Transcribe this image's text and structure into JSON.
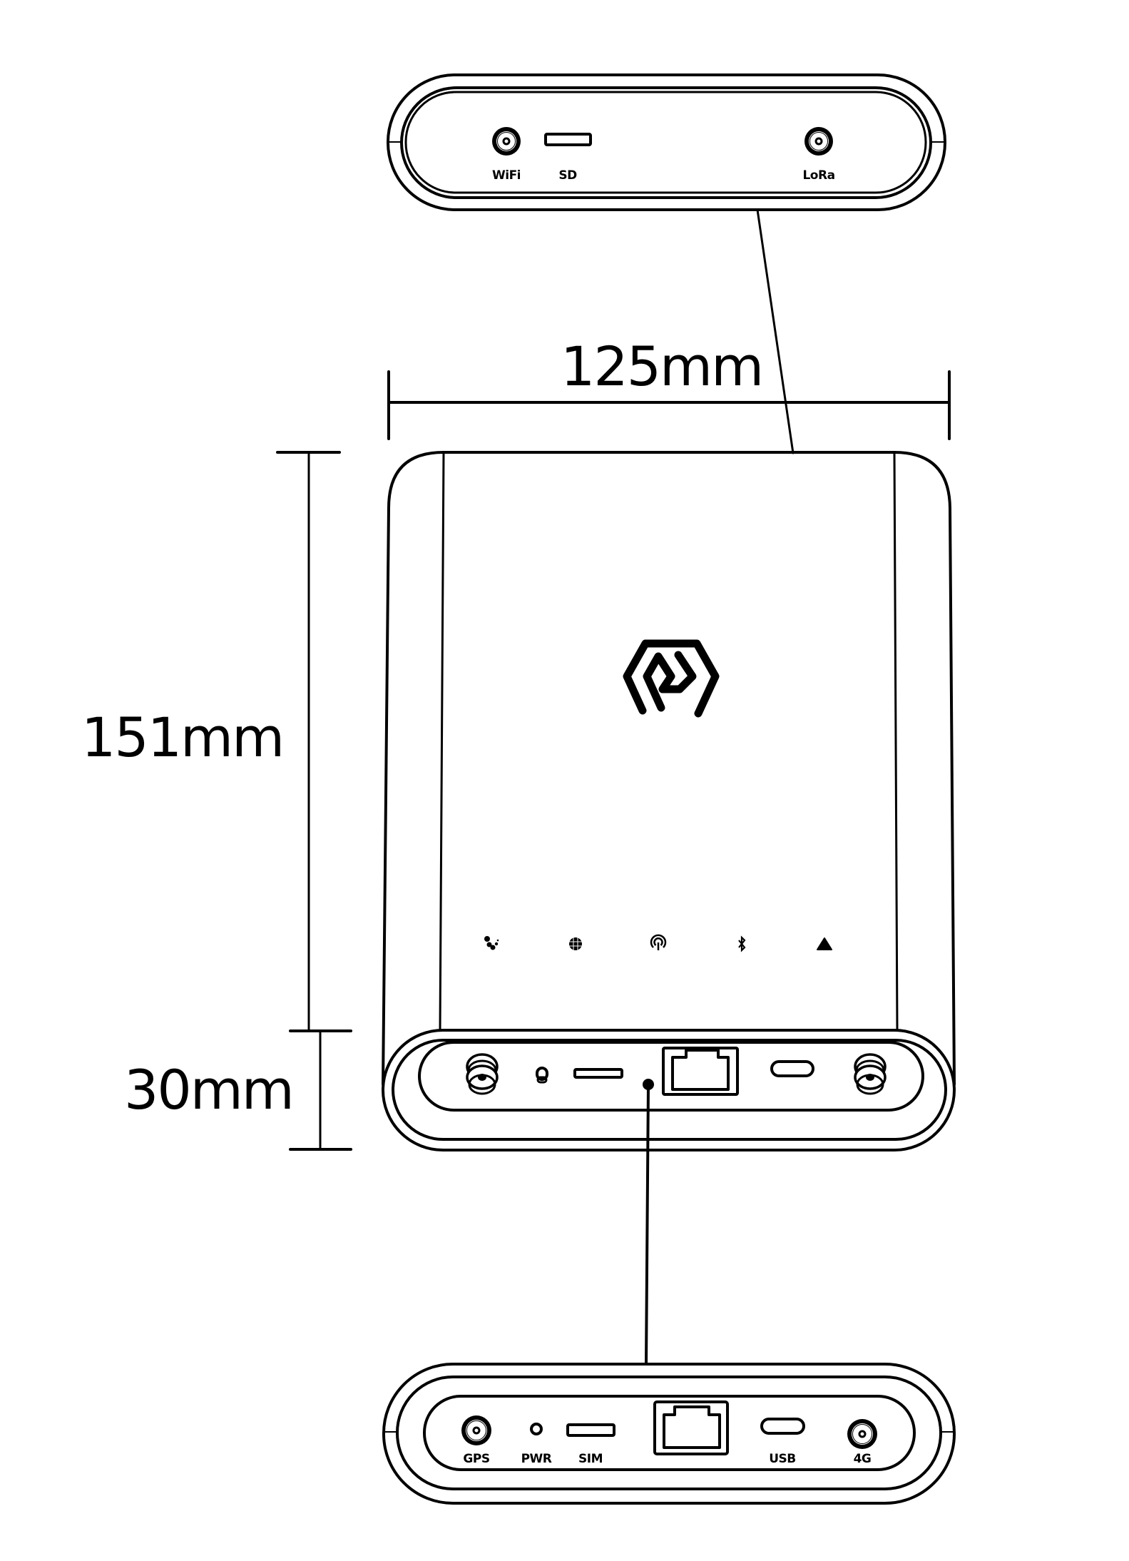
{
  "colors": {
    "line": "#000000",
    "background": "#ffffff"
  },
  "dimensions": {
    "width": {
      "label": "125mm"
    },
    "height": {
      "label": "151mm"
    },
    "depth": {
      "label": "30mm"
    }
  },
  "top_view": {
    "ports": [
      {
        "id": "wifi",
        "label": "WiFi",
        "type": "antenna-connector-icon"
      },
      {
        "id": "sd",
        "label": "SD",
        "type": "card-slot-icon"
      },
      {
        "id": "lora",
        "label": "LoRa",
        "type": "antenna-connector-icon"
      }
    ]
  },
  "front_view": {
    "logo": "brand-logo-icon",
    "status_leds": [
      {
        "id": "lora-led",
        "icon": "lora-dots-icon"
      },
      {
        "id": "internet-led",
        "icon": "globe-icon"
      },
      {
        "id": "wifi-led",
        "icon": "signal-tower-icon"
      },
      {
        "id": "bluetooth-led",
        "icon": "bluetooth-icon"
      },
      {
        "id": "power-led",
        "icon": "triangle-icon"
      }
    ]
  },
  "bottom_view": {
    "ports": [
      {
        "id": "gps",
        "label": "GPS",
        "type": "antenna-connector-icon"
      },
      {
        "id": "pwr",
        "label": "PWR",
        "type": "power-button-icon"
      },
      {
        "id": "sim",
        "label": "SIM",
        "type": "card-slot-icon"
      },
      {
        "id": "ethernet",
        "label": "",
        "type": "ethernet-port-icon"
      },
      {
        "id": "usb",
        "label": "USB",
        "type": "usb-c-port-icon"
      },
      {
        "id": "4g",
        "label": "4G",
        "type": "antenna-connector-icon"
      }
    ]
  }
}
